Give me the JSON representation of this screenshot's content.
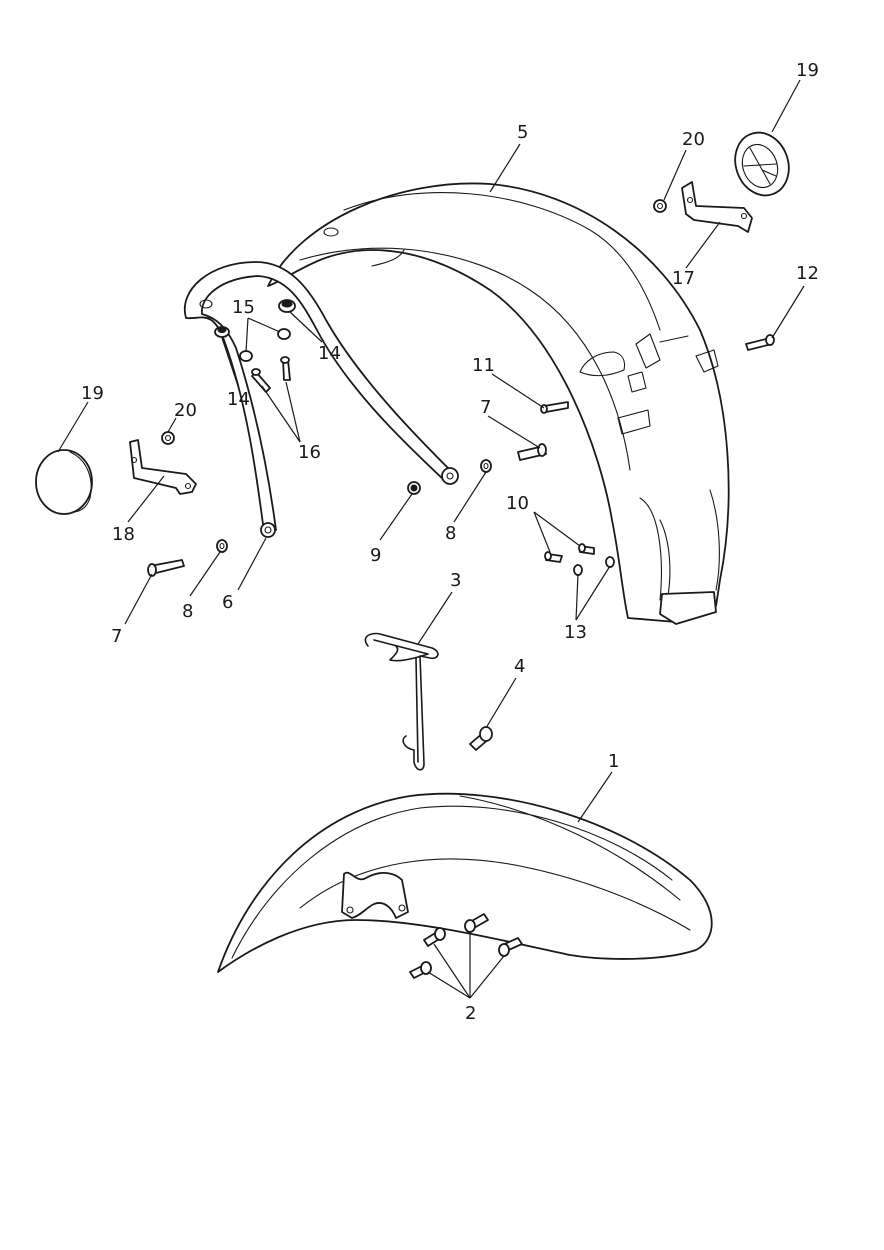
{
  "callouts": {
    "c1": "1",
    "c2": "2",
    "c3": "3",
    "c4": "4",
    "c5": "5",
    "c6": "6",
    "c7a": "7",
    "c7b": "7",
    "c8a": "8",
    "c8b": "8",
    "c9": "9",
    "c10": "10",
    "c11": "11",
    "c12": "12",
    "c13": "13",
    "c14a": "14",
    "c14b": "14",
    "c15": "15",
    "c16": "16",
    "c17": "17",
    "c18": "18",
    "c19a": "19",
    "c19b": "19",
    "c20a": "20",
    "c20b": "20"
  },
  "colors": {
    "line": "#1a1a1a",
    "fill": "#ffffff"
  }
}
